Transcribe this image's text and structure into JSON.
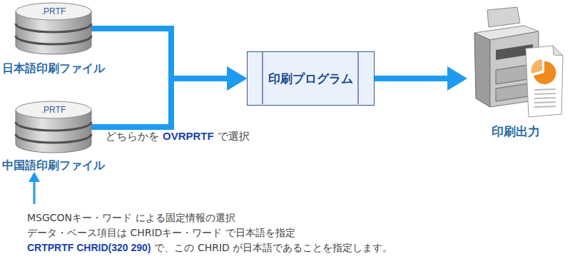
{
  "diagram": {
    "nodes": [
      {
        "text": [
          ".PRTF",
          "日本語印刷ファイル"
        ]
      },
      {
        "text": [
          ".PRTF",
          "中国語印刷ファイル"
        ]
      },
      {
        "text": [
          "印刷プログラム"
        ]
      },
      {
        "text": [
          "印刷出力"
        ]
      }
    ],
    "edges": [
      {
        "from": 0,
        "to": 2,
        "arrow": "to"
      },
      {
        "from": 1,
        "to": 2,
        "arrow": "to"
      },
      {
        "from": 2,
        "to": 3,
        "arrow": "to"
      }
    ],
    "labels": [
      "どちらかを",
      "OVRPRTF",
      "で選択",
      "MSGCONキー・ワード による固定情報の選択",
      "データ・ベース項目は CHRIDキー・ワード で日本語を指定",
      "CRTPRTF CHRID(320 290)",
      "で、この CHRID が日本語であることを指定します。"
    ]
  }
}
